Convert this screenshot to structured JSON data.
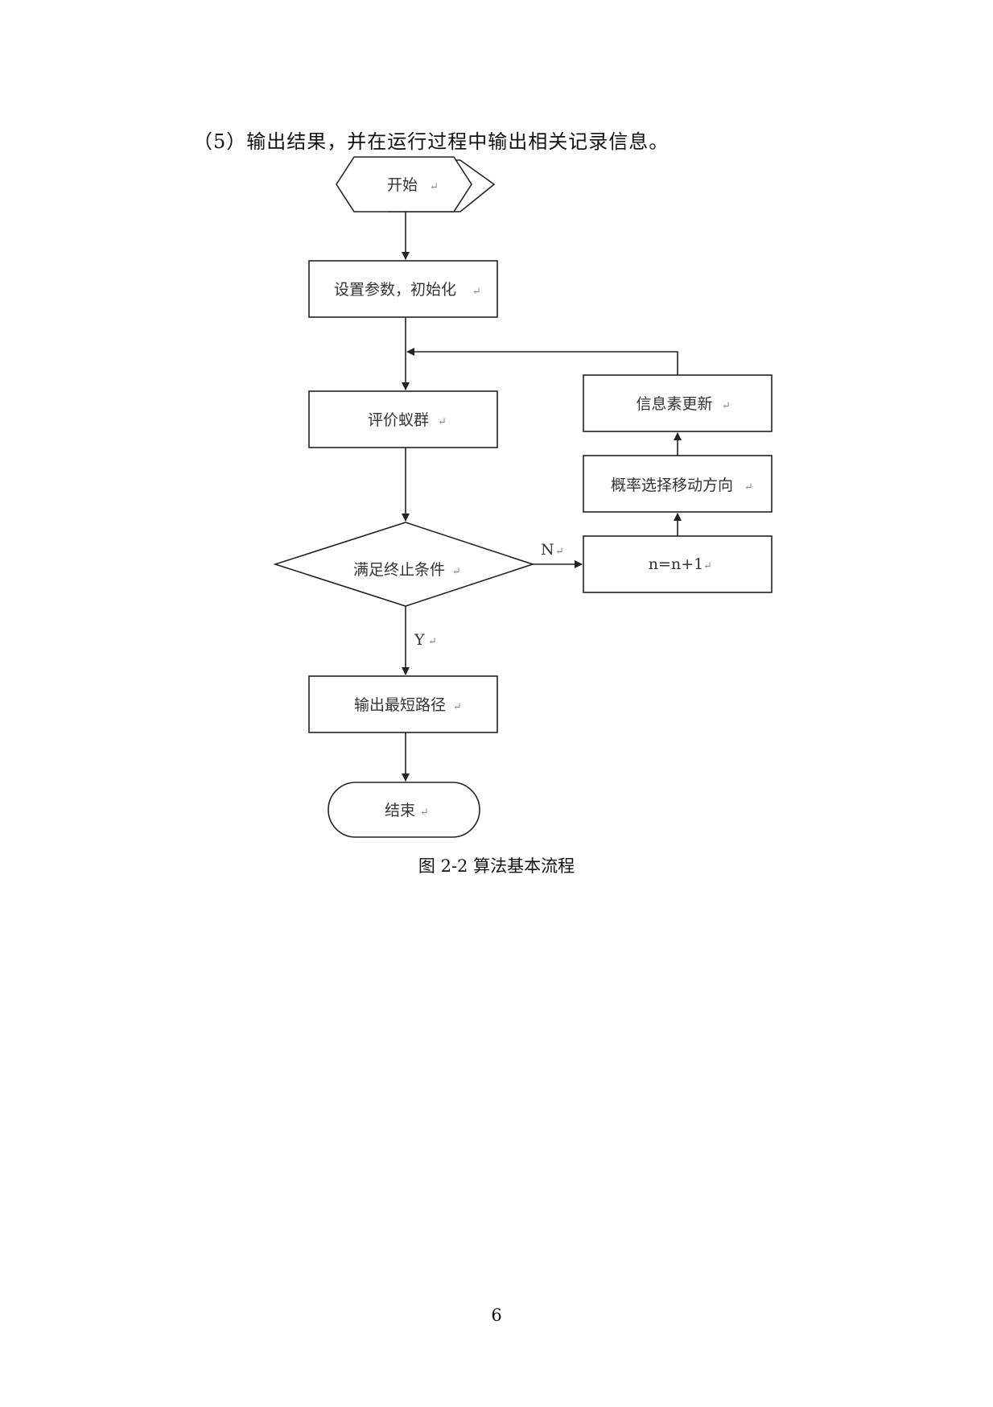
{
  "intro_text": "（5）输出结果，并在运行过程中输出相关记录信息。",
  "flowchart": {
    "start": "开始",
    "init": "设置参数，初始化",
    "evaluate": "评价蚁群",
    "condition": "满足终止条件",
    "output": "输出最短路径",
    "end": "结束",
    "increment": "n=n+1",
    "select": "概率选择移动方向",
    "update": "信息素更新",
    "yes_label": "Y",
    "no_label": "N",
    "paragraph_mark": "↵"
  },
  "caption": "图 2-2  算法基本流程",
  "page_number": "6"
}
